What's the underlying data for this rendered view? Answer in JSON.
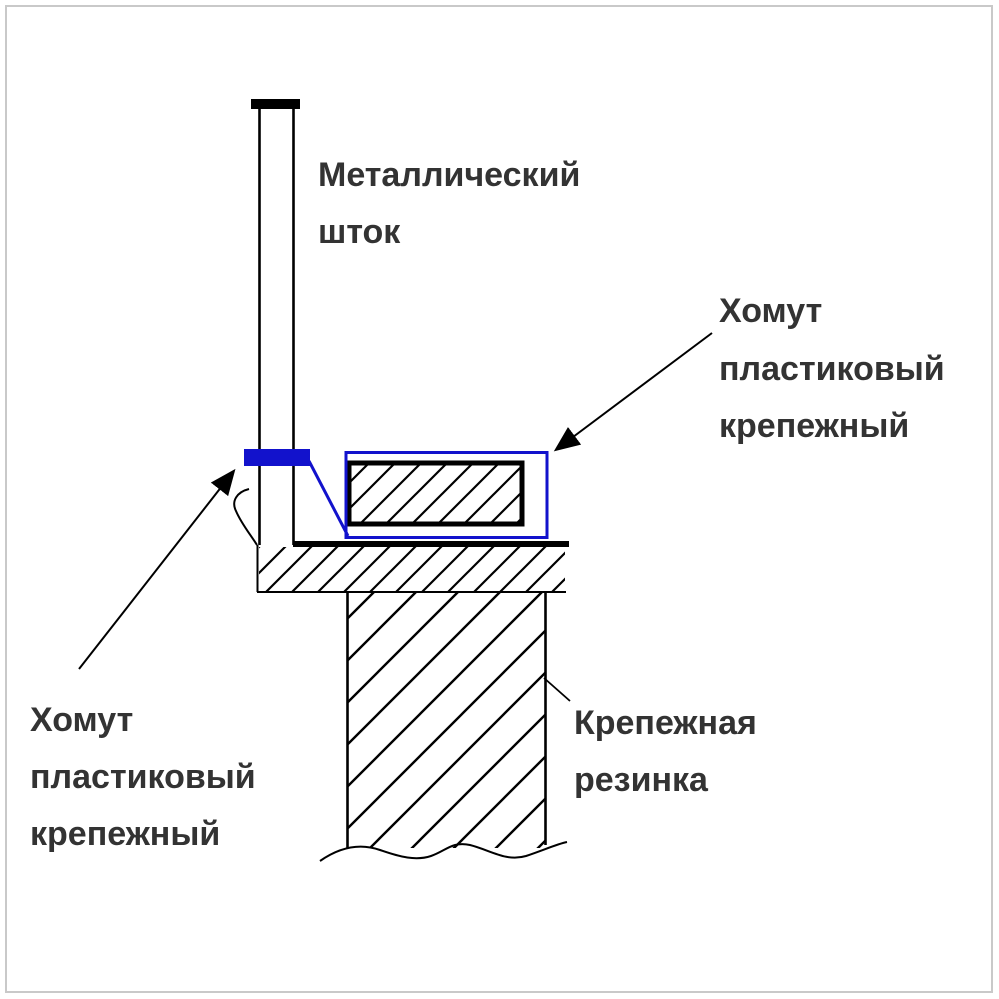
{
  "page": {
    "background": "#ffffff",
    "border_color": "#c9c9c9"
  },
  "diagram": {
    "colors": {
      "ink": "#000000",
      "text": "#333333",
      "clamp_blue": "#1212cc"
    },
    "labels": {
      "metal_rod_line1": "Металлический",
      "metal_rod_line2": "шток",
      "clamp_right_line1": "Хомут",
      "clamp_right_line2": "пластиковый",
      "clamp_right_line3": "крепежный",
      "clamp_left_line1": "Хомут",
      "clamp_left_line2": "пластиковый",
      "clamp_left_line3": "крепежный",
      "rubber_line1": "Крепежная",
      "rubber_line2": "резинка"
    }
  }
}
